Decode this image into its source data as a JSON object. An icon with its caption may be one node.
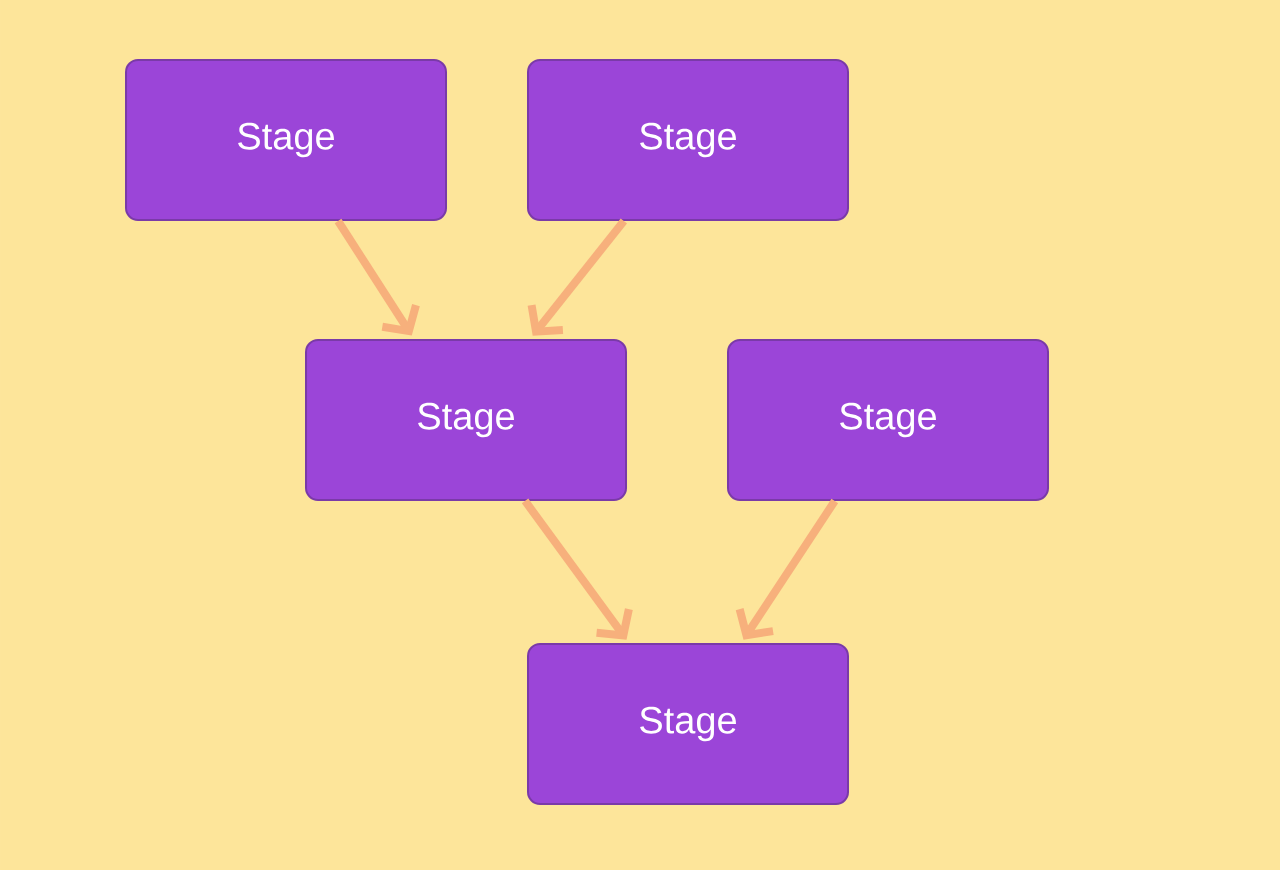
{
  "diagram": {
    "nodes": [
      {
        "text": [
          "Stage"
        ]
      },
      {
        "text": [
          "Stage"
        ]
      },
      {
        "text": [
          "Stage"
        ]
      },
      {
        "text": [
          "Stage"
        ]
      },
      {
        "text": [
          "Stage"
        ]
      }
    ],
    "edges": [
      {
        "from": 0,
        "to": 2,
        "arrow": "to"
      },
      {
        "from": 1,
        "to": 2,
        "arrow": "to"
      },
      {
        "from": 2,
        "to": 4,
        "arrow": "to"
      },
      {
        "from": 3,
        "to": 4,
        "arrow": "to"
      }
    ]
  }
}
